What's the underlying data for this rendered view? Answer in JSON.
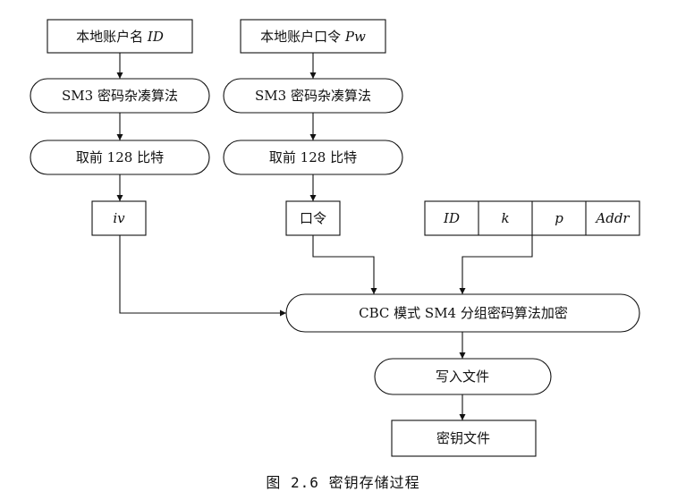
{
  "nodes": {
    "id_box": {
      "prefix": "本地账户名 ",
      "var": "ID"
    },
    "pw_box": {
      "prefix": "本地账户口令 ",
      "var": "Pw"
    },
    "hash_left": "SM3 密码杂凑算法",
    "hash_right": "SM3 密码杂凑算法",
    "trunc_left": "取前 128 比特",
    "trunc_right": "取前 128 比特",
    "iv": "iv",
    "pwd": "口令",
    "tuple": [
      "ID",
      "k",
      "p",
      "Addr"
    ],
    "encrypt": "CBC 模式 SM4 分组密码算法加密",
    "write": "写入文件",
    "keyfile": "密钥文件"
  },
  "caption": "图 2.6 密钥存储过程"
}
